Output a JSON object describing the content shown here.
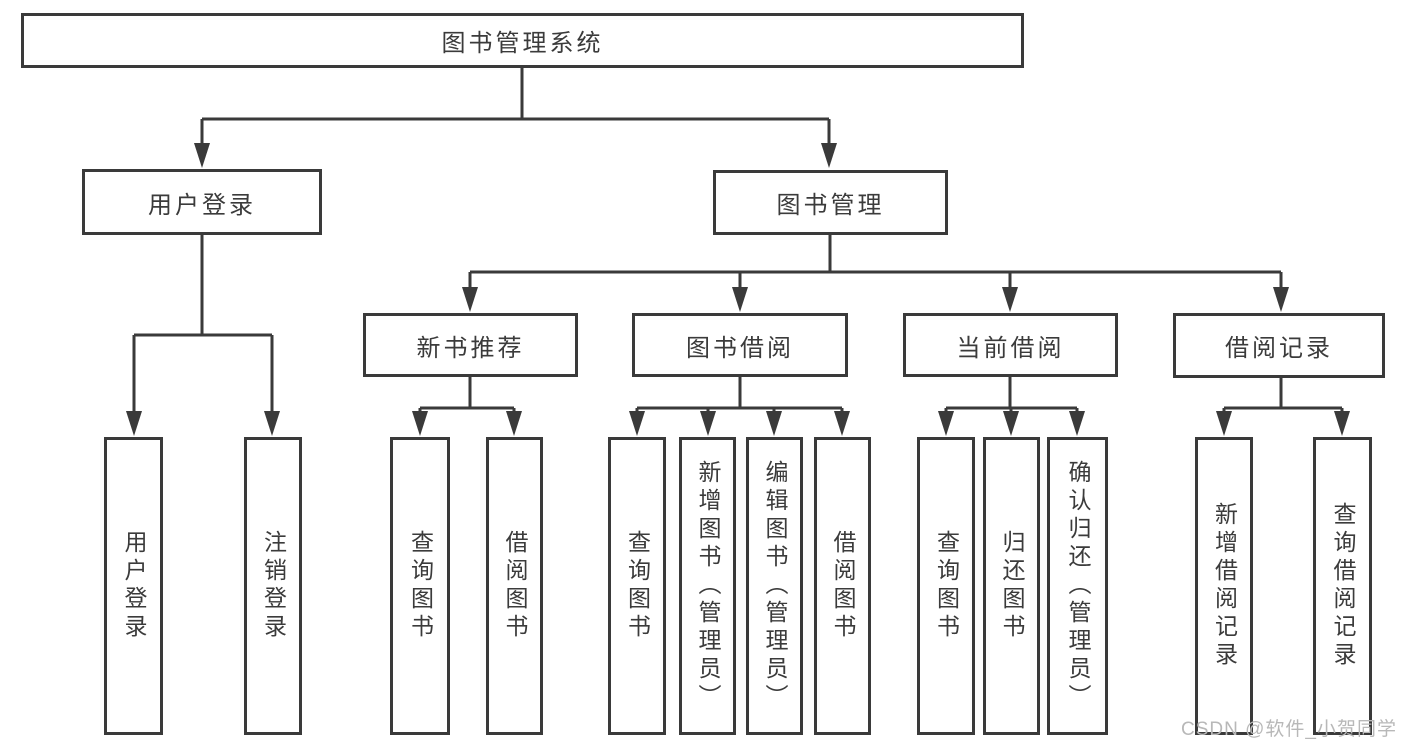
{
  "tree": {
    "label": "图书管理系统",
    "children": [
      {
        "label": "用户登录",
        "children": [
          {
            "label": "用户登录"
          },
          {
            "label": "注销登录"
          }
        ]
      },
      {
        "label": "图书管理",
        "children": [
          {
            "label": "新书推荐",
            "children": [
              {
                "label": "查询图书"
              },
              {
                "label": "借阅图书"
              }
            ]
          },
          {
            "label": "图书借阅",
            "children": [
              {
                "label": "查询图书"
              },
              {
                "label": "新增图书（管理员）"
              },
              {
                "label": "编辑图书（管理员）"
              },
              {
                "label": "借阅图书"
              }
            ]
          },
          {
            "label": "当前借阅",
            "children": [
              {
                "label": "查询图书"
              },
              {
                "label": "归还图书"
              },
              {
                "label": "确认归还（管理员）"
              }
            ]
          },
          {
            "label": "借阅记录",
            "children": [
              {
                "label": "新增借阅记录"
              },
              {
                "label": "查询借阅记录"
              }
            ]
          }
        ]
      }
    ]
  },
  "watermark": "CSDN @软件_小贺同学",
  "style": {
    "line_color": "#3a3a3a",
    "text_color": "#3b3b3b",
    "watermark_color": "#b8b8b8",
    "background_color": "#ffffff"
  }
}
